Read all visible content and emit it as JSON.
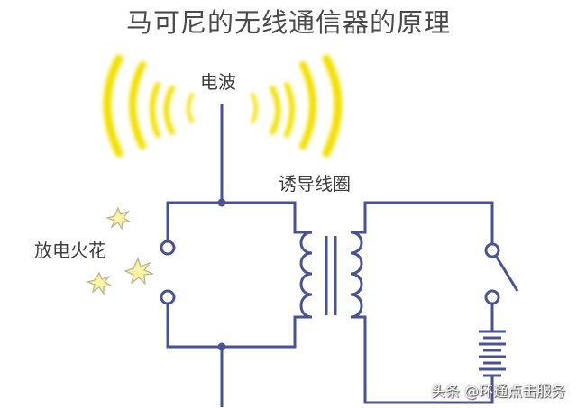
{
  "title": "马可尼的无线通信器的原理",
  "labels": {
    "radio_wave": "电波",
    "induction_coil": "诱导线圈",
    "spark_discharge": "放电火花"
  },
  "watermark": "头条 @环通点击服务",
  "colors": {
    "wire": "#4a5296",
    "wave": "#f2e000",
    "spark_fill": "#fbf3b0",
    "spark_stroke": "#b9b48a",
    "text": "#3d3d3d",
    "background": "#ffffff"
  }
}
